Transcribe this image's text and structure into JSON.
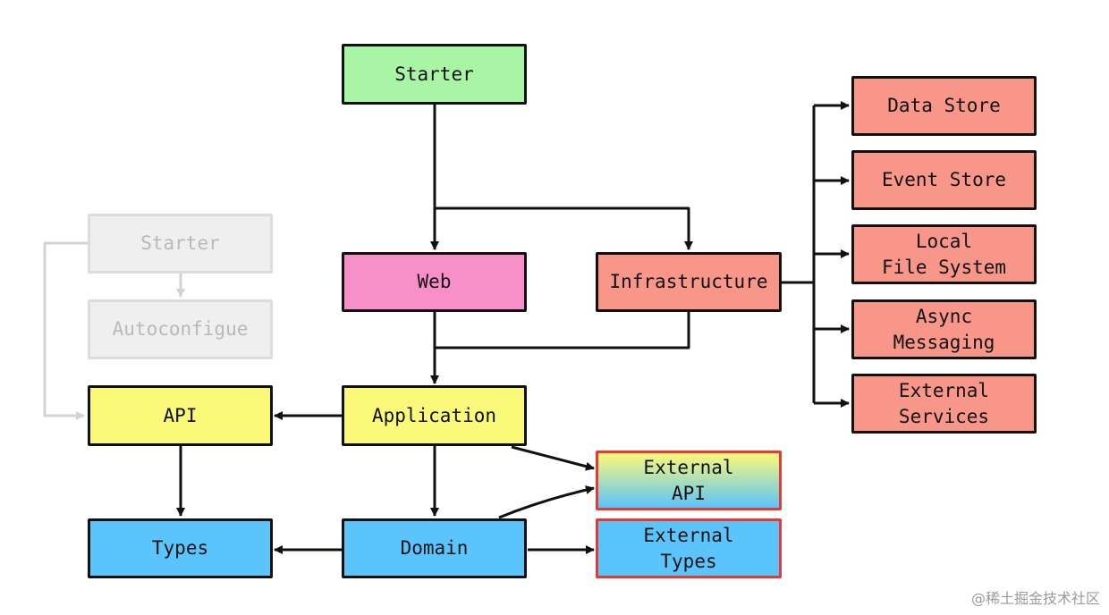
{
  "boxes": {
    "starter": {
      "label": "Starter",
      "color": "#a7f5a5"
    },
    "web": {
      "label": "Web",
      "color": "#f98fc9"
    },
    "infrastructure": {
      "label": "Infrastructure",
      "color": "#f8968a"
    },
    "data_store": {
      "label": "Data Store",
      "color": "#f8968a"
    },
    "event_store": {
      "label": "Event Store",
      "color": "#f8968a"
    },
    "local_file_system": {
      "label": "Local\nFile System",
      "color": "#f8968a"
    },
    "async_messaging": {
      "label": "Async\nMessaging",
      "color": "#f8968a"
    },
    "external_services": {
      "label": "External\nServices",
      "color": "#f8968a"
    },
    "ghost_starter": {
      "label": "Starter",
      "color": "#efefef"
    },
    "ghost_autoconfigure": {
      "label": "Autoconfigue",
      "color": "#efefef"
    },
    "api": {
      "label": "API",
      "color": "#fbf97a"
    },
    "application": {
      "label": "Application",
      "color": "#fbf97a"
    },
    "external_api": {
      "label": "External\nAPI",
      "color_top": "#fbf97a",
      "color_bottom": "#5bc4fb"
    },
    "types": {
      "label": "Types",
      "color": "#5bc4fb"
    },
    "domain": {
      "label": "Domain",
      "color": "#5bc4fb"
    },
    "external_types": {
      "label": "External\nTypes",
      "color": "#5bc4fb"
    }
  },
  "watermark": "@稀土掘金技术社区"
}
